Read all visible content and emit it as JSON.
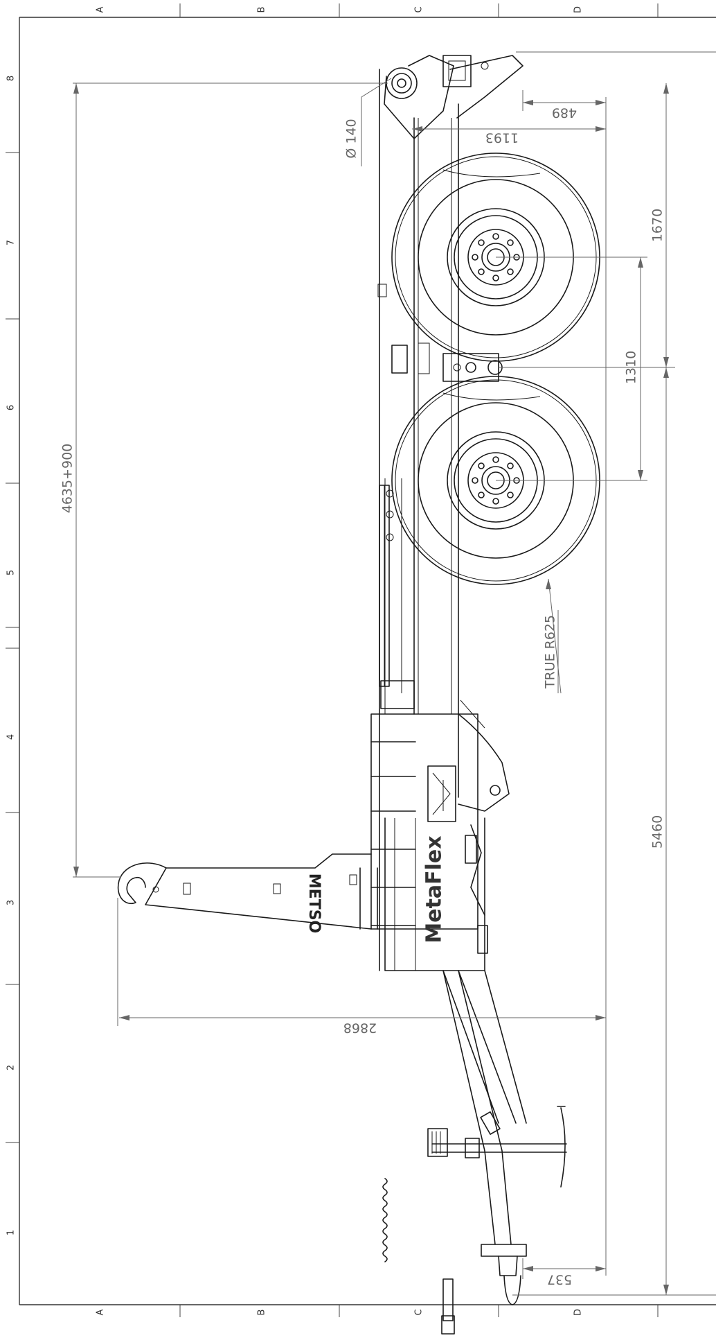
{
  "zones": {
    "letters": [
      "A",
      "B",
      "C",
      "D"
    ],
    "numbers": [
      "1",
      "2",
      "3",
      "4",
      "5",
      "6",
      "7",
      "8"
    ]
  },
  "dimensions": {
    "d_4635_900": "4635+900",
    "d_140": "Ø 140",
    "d_1193": "1193",
    "d_489": "489",
    "d_1670": "1670",
    "d_1310": "1310",
    "d_true_r625": "TRUE R625",
    "d_5460": "5460",
    "d_2868": "2868",
    "d_537": "537"
  },
  "branding": {
    "metaflex": "MetaFlex",
    "metso": "METSO"
  }
}
